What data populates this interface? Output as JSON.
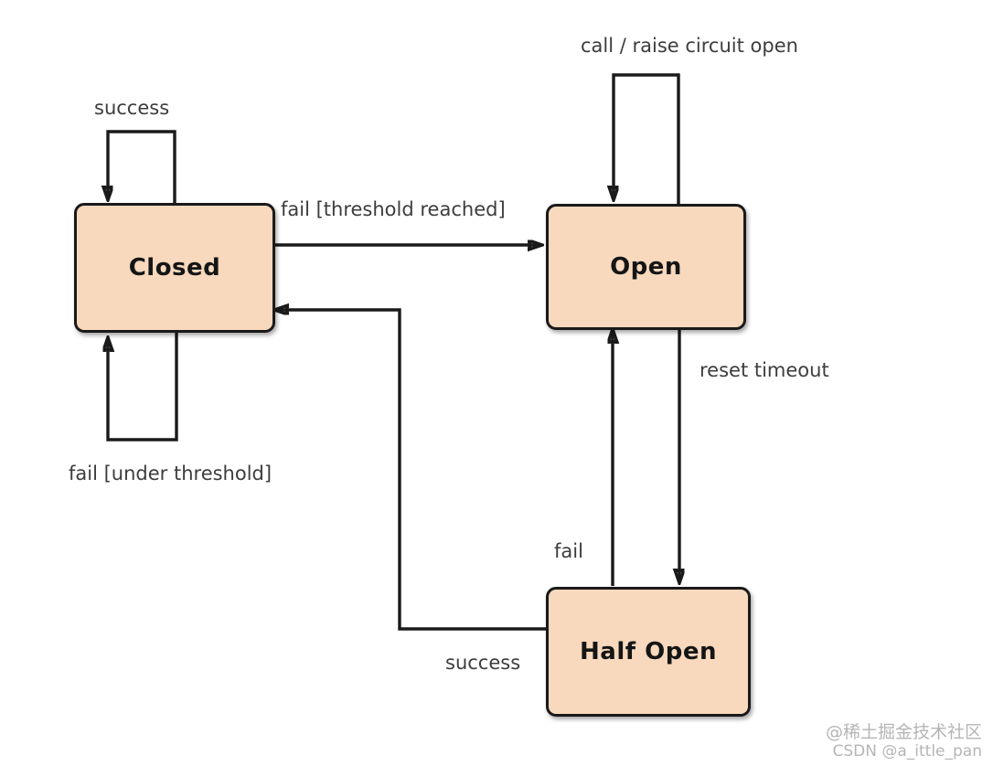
{
  "states": {
    "closed": {
      "label": "Closed"
    },
    "open": {
      "label": "Open"
    },
    "half_open": {
      "label": "Half Open"
    }
  },
  "transitions": {
    "closed_self_top": {
      "label": "success"
    },
    "closed_self_bottom": {
      "label": "fail [under threshold]"
    },
    "open_self_top": {
      "label": "call / raise circuit open"
    },
    "closed_to_open": {
      "label": "fail [threshold reached]"
    },
    "open_to_half_open": {
      "label": "reset timeout"
    },
    "half_open_to_open": {
      "label": "fail"
    },
    "half_open_to_closed": {
      "label": "success"
    }
  },
  "watermark": {
    "line1": "@稀土掘金技术社区",
    "line2": "CSDN @a_ittle_pan"
  },
  "colors": {
    "background": "#ffffff",
    "state_fill": "#f8d9bd",
    "state_border": "#1a1a1a",
    "arrow": "#1a1a1a",
    "edge_label_text": "#3d3d3d",
    "state_label_text": "#151515",
    "watermark_text": "#b5b5b5"
  }
}
